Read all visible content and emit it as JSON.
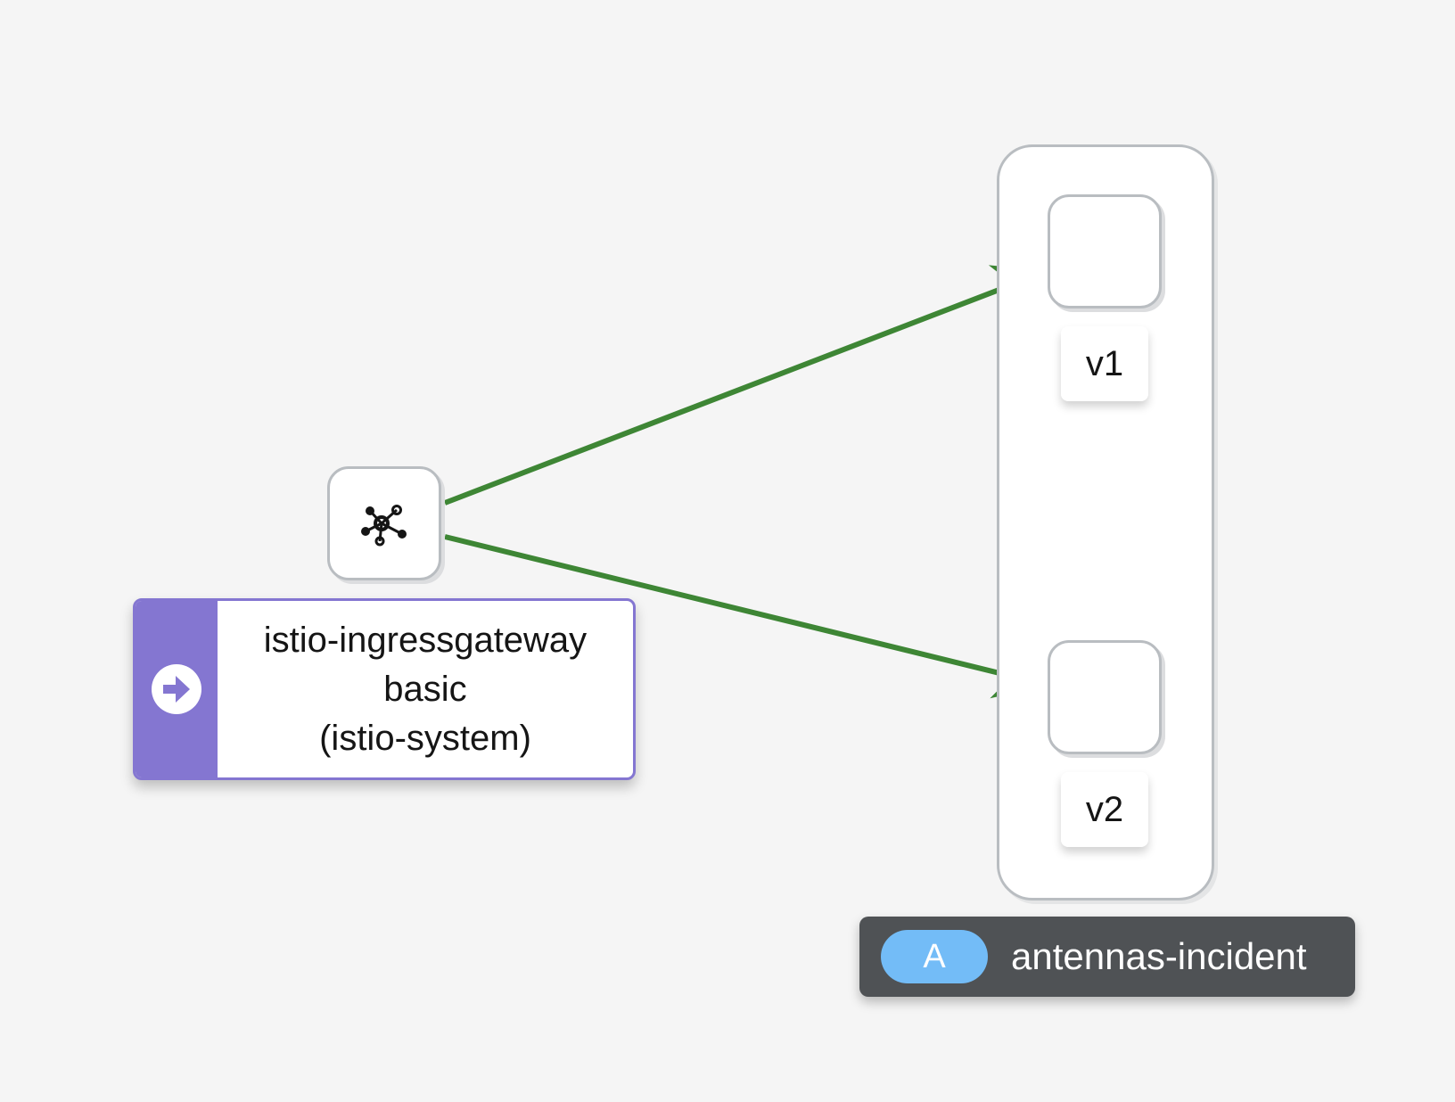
{
  "graph": {
    "app_group": {
      "badge": "A",
      "name": "antennas-incident",
      "badge_color": "#73bcf7"
    },
    "gateway": {
      "icon": "service-mesh-icon",
      "badge_icon": "arrow-circle-right-icon",
      "name_line1": "istio-ingressgateway",
      "name_line2": "basic",
      "namespace": "(istio-system)",
      "accent_color": "#8476d1"
    },
    "versions": [
      {
        "label": "v1"
      },
      {
        "label": "v2"
      }
    ],
    "edge_color": "#3e8635"
  }
}
